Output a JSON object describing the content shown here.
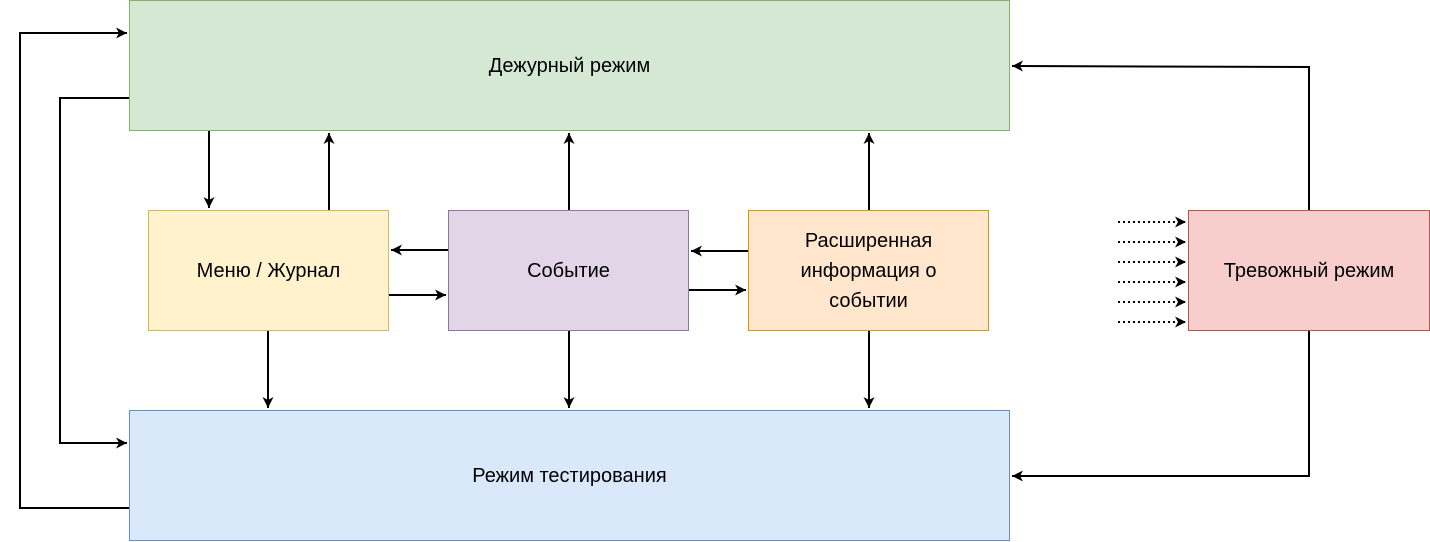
{
  "nodes": {
    "duty": {
      "label": "Дежурный режим"
    },
    "test": {
      "label": "Режим тестирования"
    },
    "menu": {
      "label": "Меню / Журнал"
    },
    "event": {
      "label": "Событие"
    },
    "ext": {
      "label": "Расширенная\nинформация о\nсобытии"
    },
    "alarm": {
      "label": "Тревожный режим"
    }
  },
  "edges": [
    {
      "from": "duty",
      "to": "menu"
    },
    {
      "from": "menu",
      "to": "duty"
    },
    {
      "from": "event",
      "to": "duty"
    },
    {
      "from": "ext",
      "to": "duty"
    },
    {
      "from": "event",
      "to": "menu"
    },
    {
      "from": "menu",
      "to": "event"
    },
    {
      "from": "ext",
      "to": "event"
    },
    {
      "from": "event",
      "to": "ext"
    },
    {
      "from": "menu",
      "to": "test"
    },
    {
      "from": "event",
      "to": "test"
    },
    {
      "from": "ext",
      "to": "test"
    },
    {
      "from": "duty",
      "to": "test"
    },
    {
      "from": "test",
      "to": "duty"
    },
    {
      "from": "alarm",
      "to": "duty"
    },
    {
      "from": "alarm",
      "to": "test"
    },
    {
      "from": "external",
      "to": "alarm",
      "style": "dotted",
      "count": 6
    }
  ],
  "colors": {
    "duty": {
      "fill": "#d5e8d4",
      "stroke": "#82b366"
    },
    "test": {
      "fill": "#dae8fc",
      "stroke": "#6c8ebf"
    },
    "menu": {
      "fill": "#fff2cc",
      "stroke": "#d6b656"
    },
    "event": {
      "fill": "#e1d5e7",
      "stroke": "#9673a6"
    },
    "ext": {
      "fill": "#ffe6cc",
      "stroke": "#d79b00"
    },
    "alarm": {
      "fill": "#f8cecc",
      "stroke": "#b85450"
    },
    "edge": "#000000"
  }
}
